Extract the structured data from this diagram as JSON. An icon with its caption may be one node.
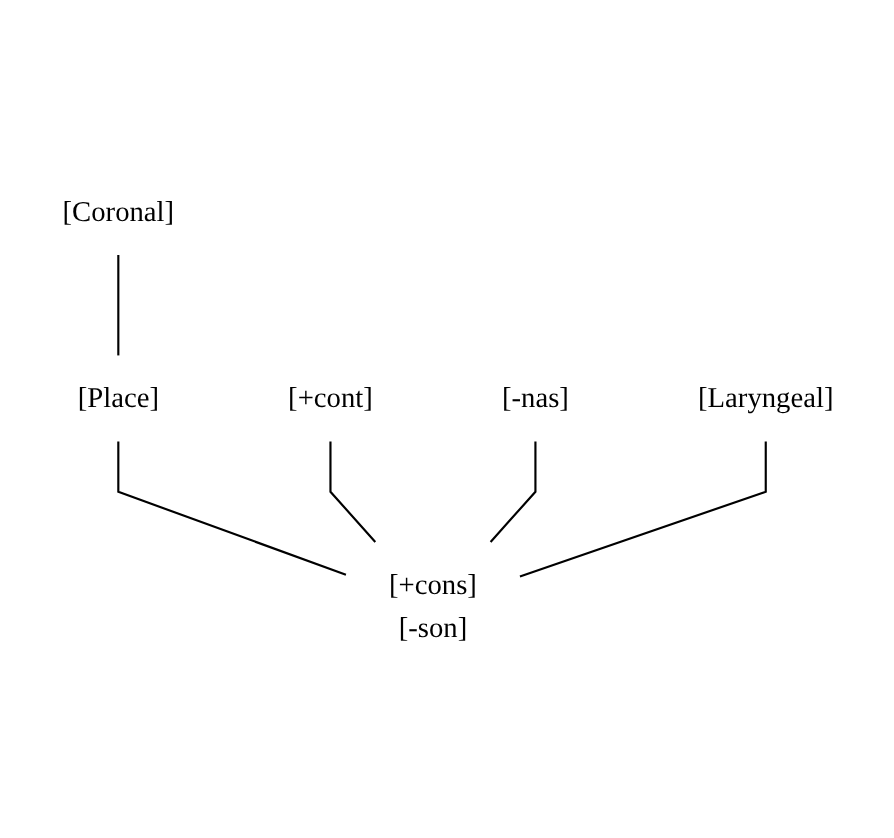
{
  "diagram": {
    "nodes": [
      {
        "text": [
          "[Coronal]"
        ]
      },
      {
        "text": [
          "[Place]"
        ]
      },
      {
        "text": [
          "[+cont]"
        ]
      },
      {
        "text": [
          "[-nas]"
        ]
      },
      {
        "text": [
          "[Laryngeal]"
        ]
      },
      {
        "text": [
          "[+cons]",
          "[-son]"
        ]
      }
    ],
    "edges": [
      {
        "from": 1,
        "to": 0,
        "arrow": "none"
      },
      {
        "from": 5,
        "to": 4,
        "arrow": "none"
      },
      {
        "from": 5,
        "to": 1,
        "arrow": "none"
      },
      {
        "from": 5,
        "to": 2,
        "arrow": "none"
      },
      {
        "from": 5,
        "to": 3,
        "arrow": "none"
      }
    ]
  }
}
